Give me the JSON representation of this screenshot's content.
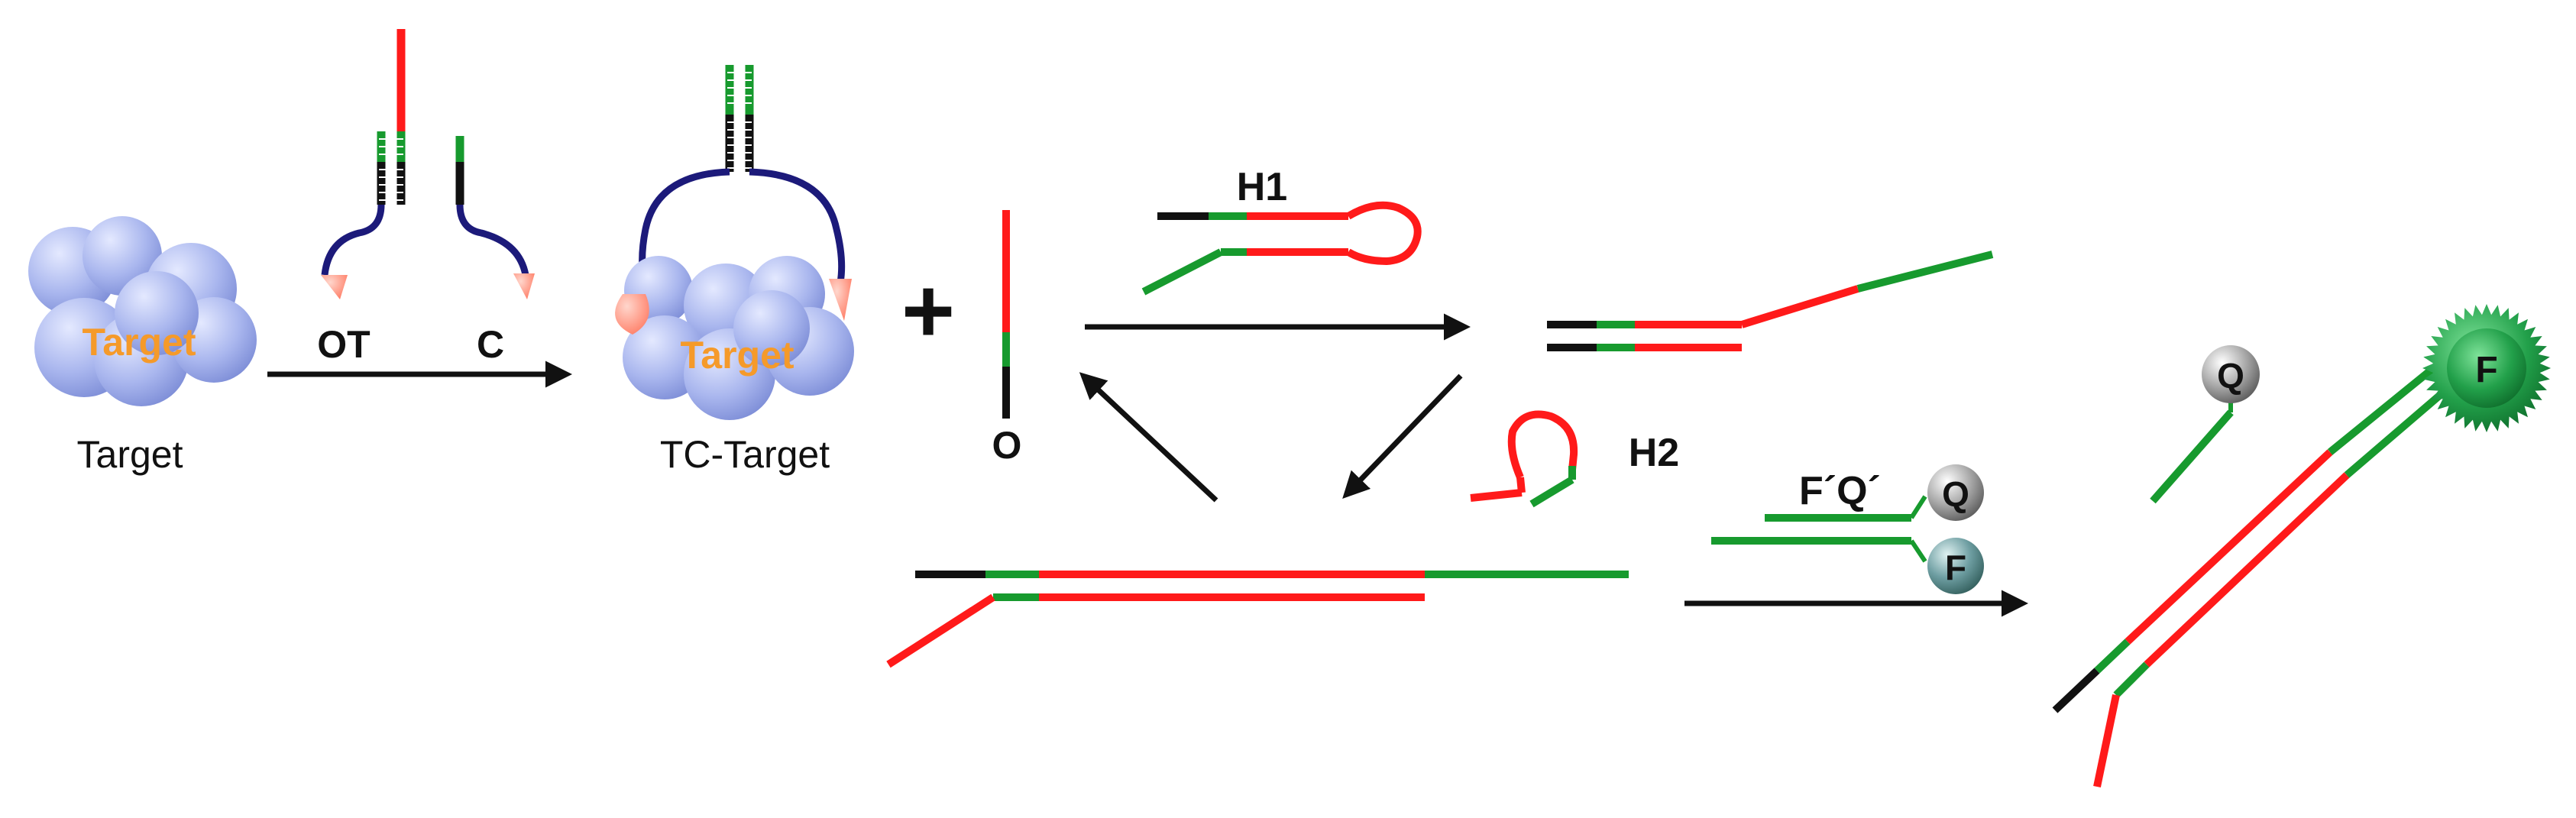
{
  "colors": {
    "red": "#ff1a1a",
    "green": "#179a2e",
    "black": "#111111",
    "navy": "#1c1a7a",
    "salmon": "#ff8f7a",
    "target_blue": "#a9b6ee",
    "target_text": "#f59a2a",
    "gray_sphere": "#9a9a9a",
    "teal_sphere": "#5b8a8e",
    "star_green": "#22a04a"
  },
  "labels": {
    "target_inner_1": "Target",
    "target_caption": "Target",
    "ot": "OT",
    "c": "C",
    "target_inner_2": "Target",
    "tc_caption": "TC-Target",
    "plus": "+",
    "o": "O",
    "h1": "H1",
    "h2": "H2",
    "fq": "F´Q´",
    "q_small": "Q",
    "f_small": "F",
    "q_right": "Q",
    "f_star": "F"
  },
  "icons": {
    "arrow": "arrow-icon",
    "target": "protein-cluster-icon",
    "quencher": "quencher-sphere-icon",
    "fluorophore": "fluorophore-sphere-icon",
    "burst": "fluorescence-burst-icon"
  }
}
